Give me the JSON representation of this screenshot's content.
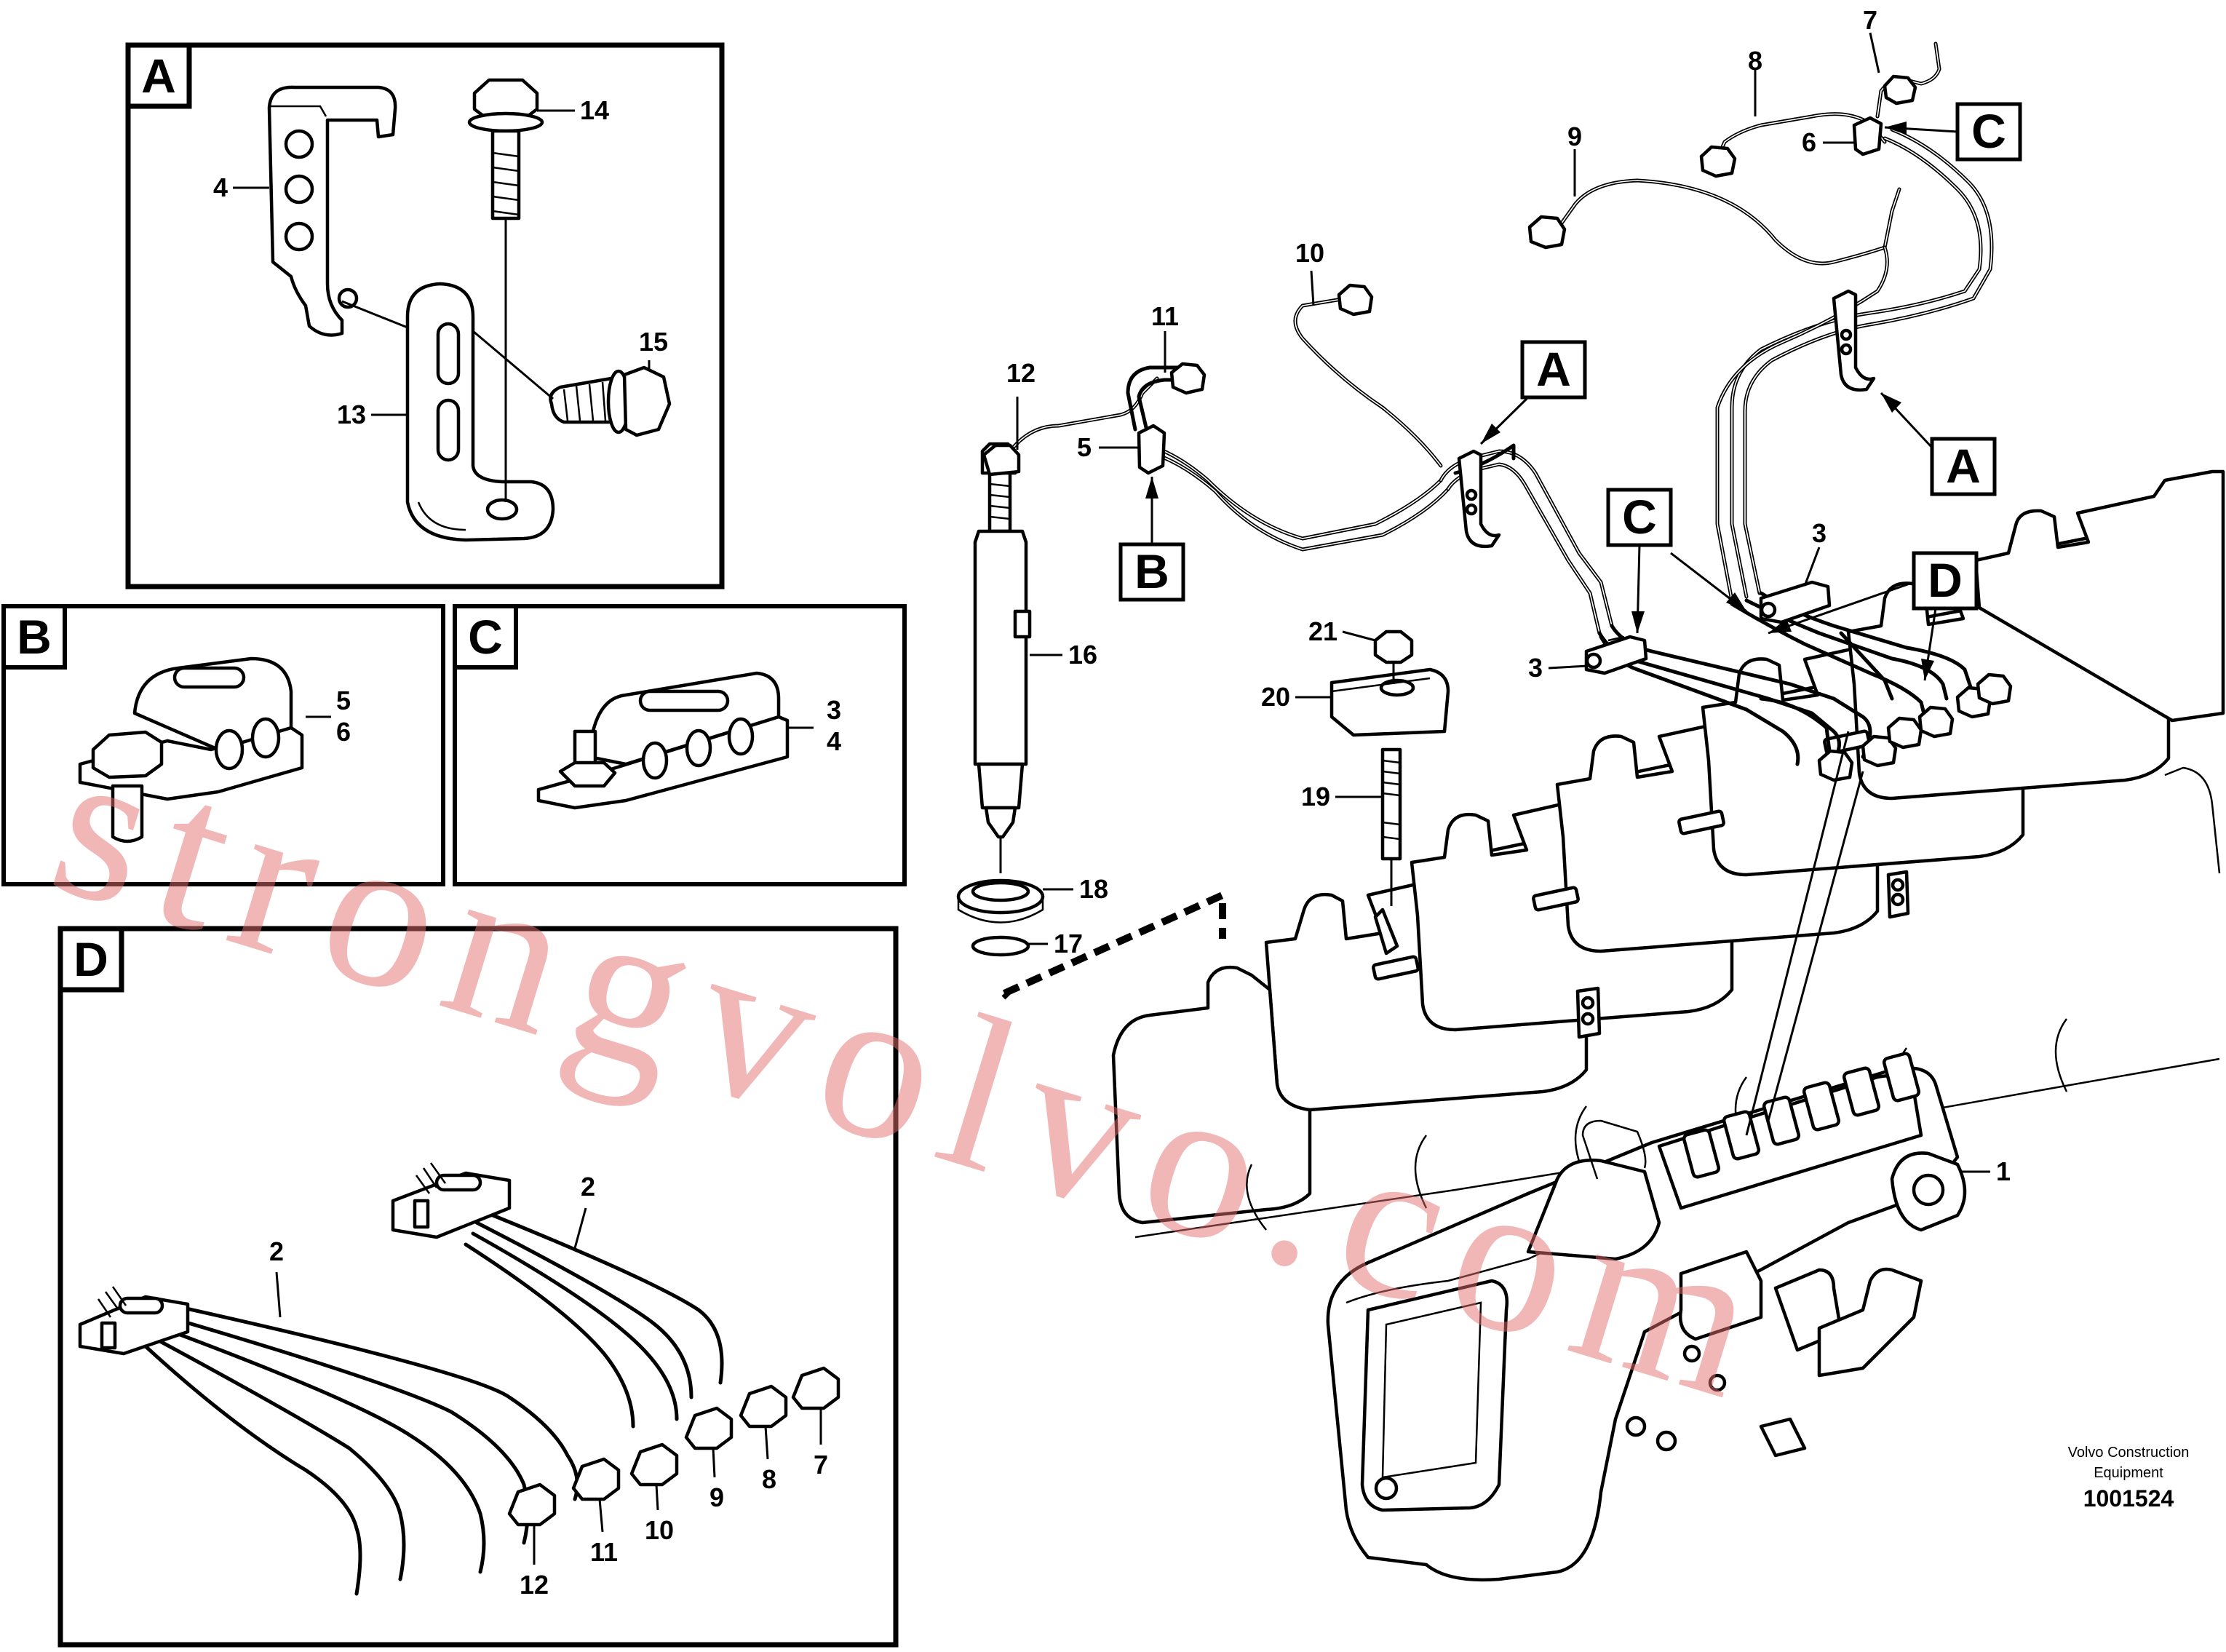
{
  "view_letters": {
    "a": "A",
    "b": "B",
    "c": "C",
    "d": "D"
  },
  "callouts": {
    "n1": "1",
    "n2": "2",
    "n3": "3",
    "n4": "4",
    "n5": "5",
    "n6": "6",
    "n7": "7",
    "n8": "8",
    "n9": "9",
    "n10": "10",
    "n11": "11",
    "n12": "12",
    "n13": "13",
    "n14": "14",
    "n15": "15",
    "n16": "16",
    "n17": "17",
    "n18": "18",
    "n19": "19",
    "n20": "20",
    "n21": "21"
  },
  "credit": {
    "line1": "Volvo Construction",
    "line2": "Equipment",
    "doc_number": "1001524"
  },
  "watermark": {
    "text": "strongvolvo.com"
  },
  "colors": {
    "line": "#000000",
    "background": "#ffffff",
    "watermark": "#e46f6f"
  }
}
